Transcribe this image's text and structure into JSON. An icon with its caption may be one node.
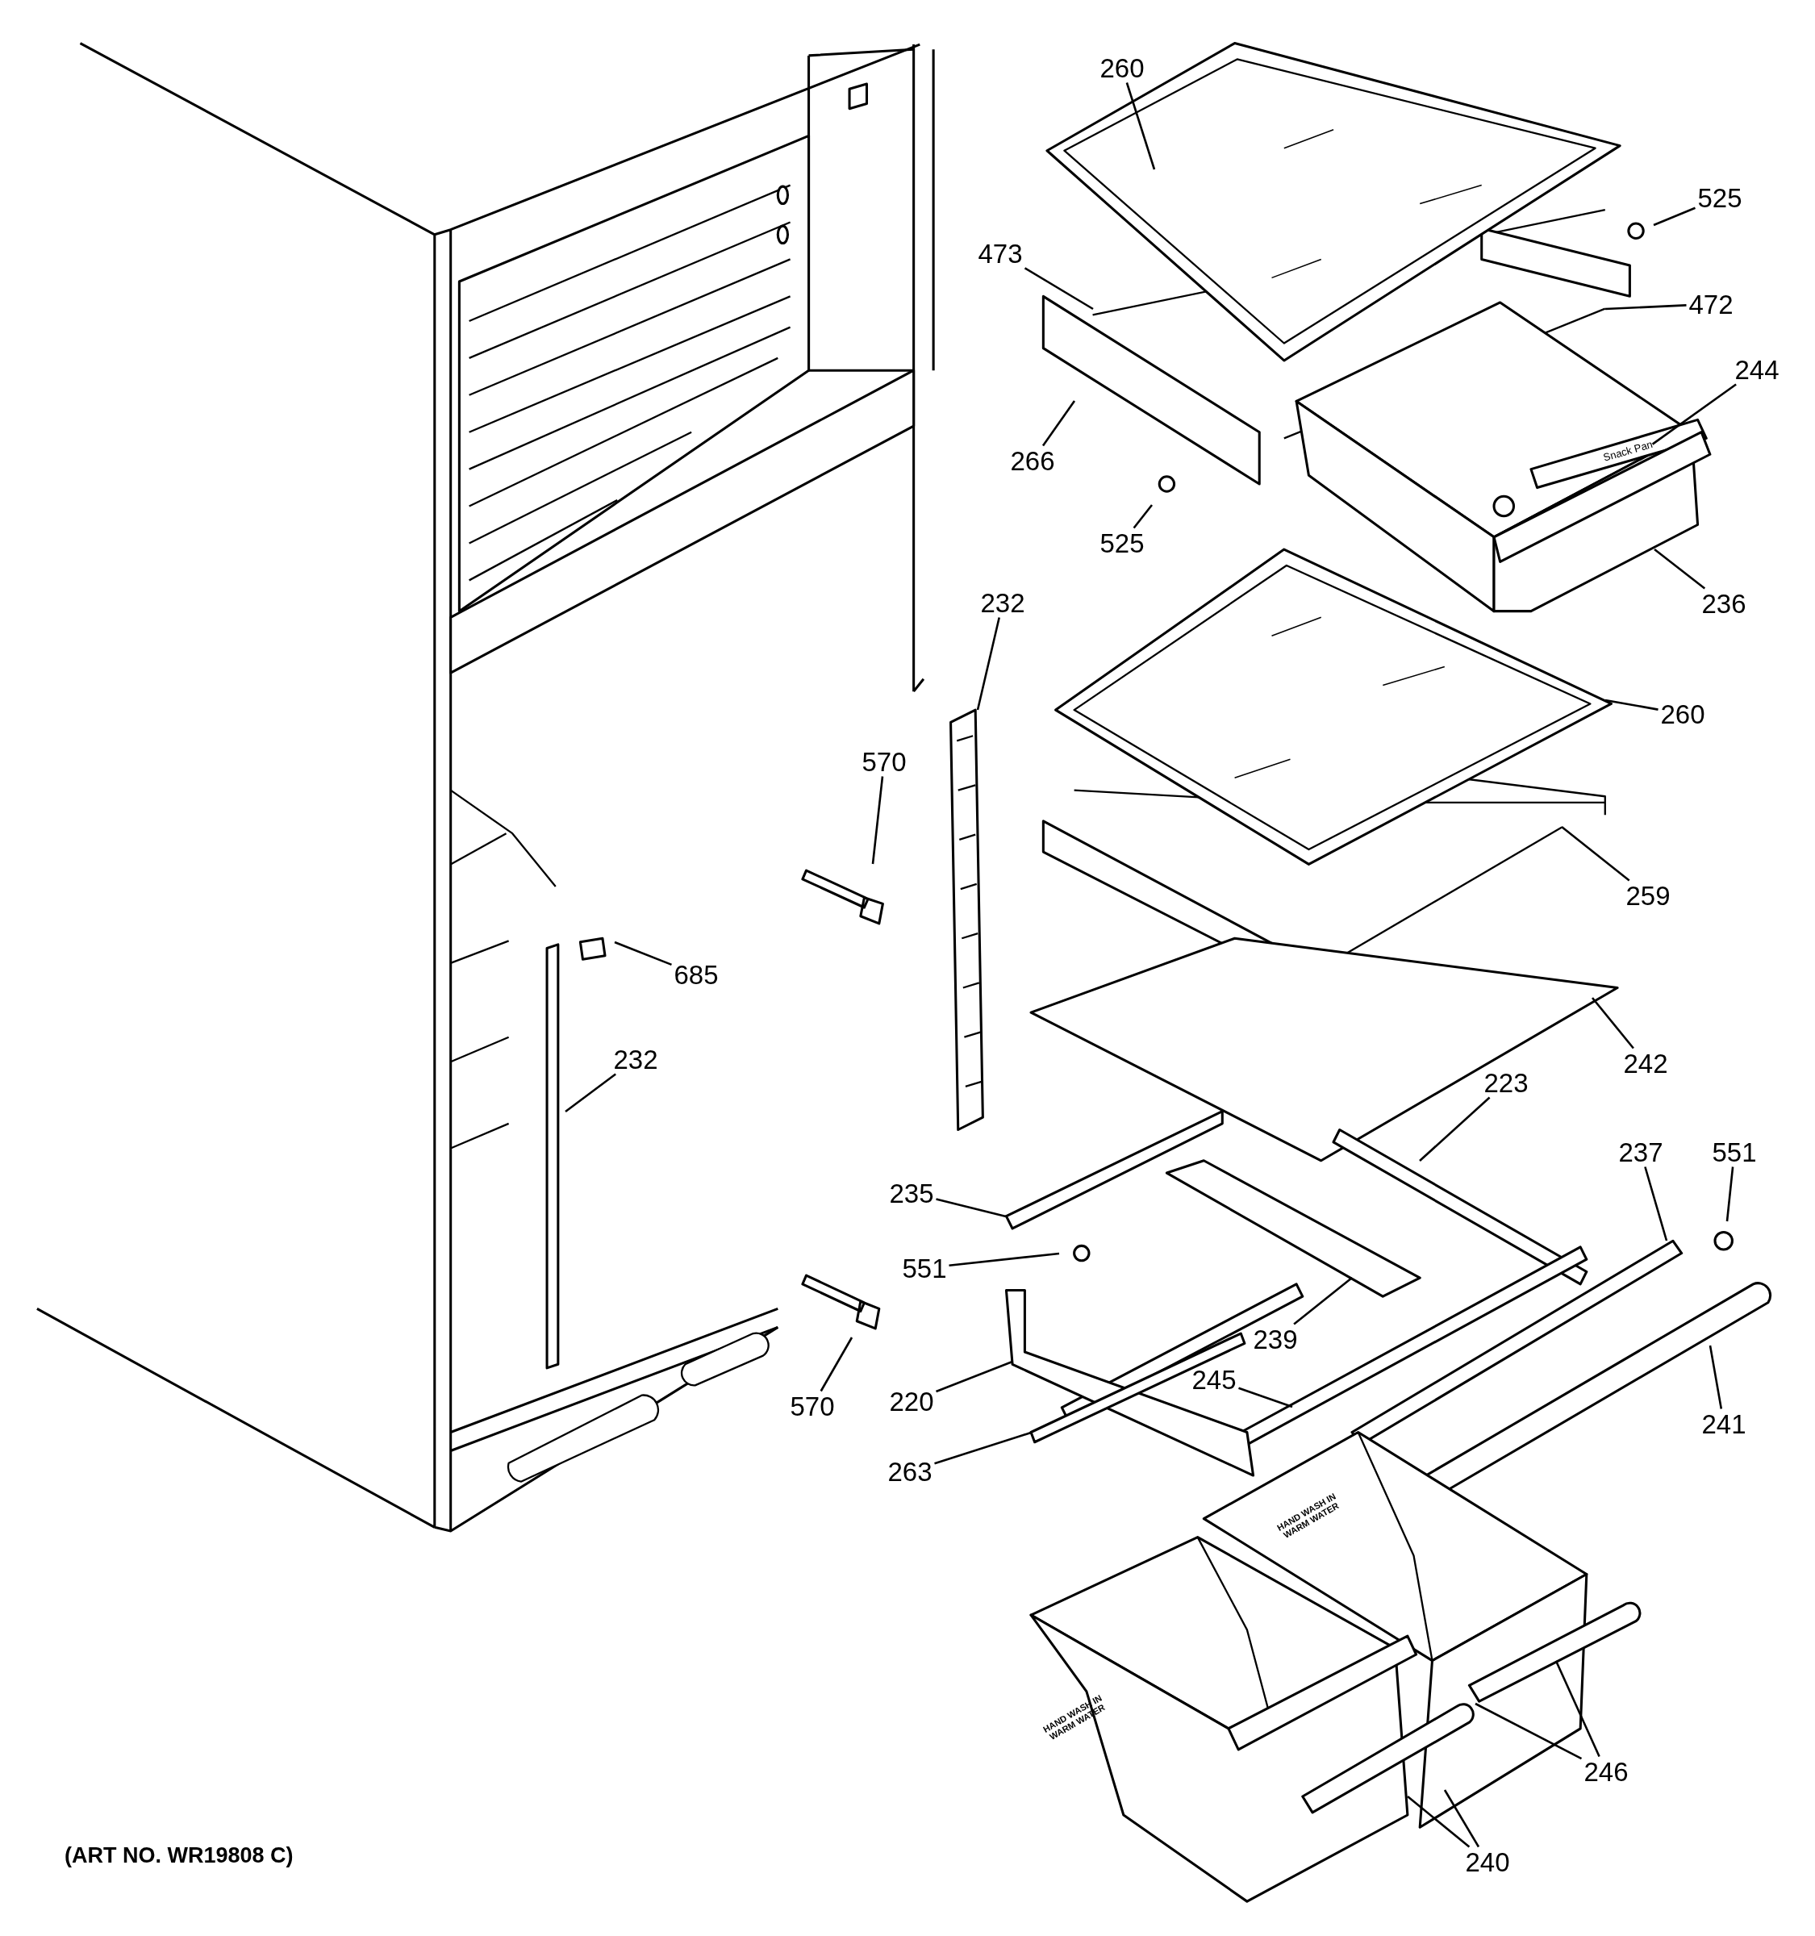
{
  "diagram": {
    "nodes": [
      {
        "text": [
          "260"
        ]
      },
      {
        "text": [
          "525"
        ]
      },
      {
        "text": [
          "473"
        ]
      },
      {
        "text": [
          "472"
        ]
      },
      {
        "text": [
          "244"
        ]
      },
      {
        "text": [
          "266"
        ]
      },
      {
        "text": [
          "525"
        ]
      },
      {
        "text": [
          "232"
        ]
      },
      {
        "text": [
          "236"
        ]
      },
      {
        "text": [
          "260"
        ]
      },
      {
        "text": [
          "570"
        ]
      },
      {
        "text": [
          "259"
        ]
      },
      {
        "text": [
          "685"
        ]
      },
      {
        "text": [
          "232"
        ]
      },
      {
        "text": [
          "242"
        ]
      },
      {
        "text": [
          "223"
        ]
      },
      {
        "text": [
          "237"
        ]
      },
      {
        "text": [
          "551"
        ]
      },
      {
        "text": [
          "235"
        ]
      },
      {
        "text": [
          "551"
        ]
      },
      {
        "text": [
          "239"
        ]
      },
      {
        "text": [
          "245"
        ]
      },
      {
        "text": [
          "220"
        ]
      },
      {
        "text": [
          "570"
        ]
      },
      {
        "text": [
          "241"
        ]
      },
      {
        "text": [
          "263"
        ]
      },
      {
        "text": [
          "246"
        ]
      },
      {
        "text": [
          "240"
        ]
      },
      {
        "text": [
          "Snack Pan"
        ]
      }
    ],
    "edges": [
      {
        "from": 0,
        "to": null,
        "arrow": "none"
      },
      {
        "from": 1,
        "to": null,
        "arrow": "none"
      },
      {
        "from": 2,
        "to": null,
        "arrow": "none"
      },
      {
        "from": 3,
        "to": null,
        "arrow": "none"
      },
      {
        "from": 4,
        "to": 28,
        "arrow": "none"
      },
      {
        "from": 5,
        "to": null,
        "arrow": "none"
      },
      {
        "from": 6,
        "to": null,
        "arrow": "none"
      },
      {
        "from": 7,
        "to": null,
        "arrow": "none"
      },
      {
        "from": 8,
        "to": null,
        "arrow": "none"
      },
      {
        "from": 9,
        "to": null,
        "arrow": "none"
      },
      {
        "from": 10,
        "to": null,
        "arrow": "none"
      },
      {
        "from": 11,
        "to": null,
        "arrow": "none"
      },
      {
        "from": 12,
        "to": null,
        "arrow": "none"
      },
      {
        "from": 13,
        "to": null,
        "arrow": "none"
      },
      {
        "from": 14,
        "to": null,
        "arrow": "none"
      },
      {
        "from": 15,
        "to": null,
        "arrow": "none"
      },
      {
        "from": 16,
        "to": null,
        "arrow": "none"
      },
      {
        "from": 17,
        "to": null,
        "arrow": "none"
      },
      {
        "from": 18,
        "to": null,
        "arrow": "none"
      },
      {
        "from": 19,
        "to": null,
        "arrow": "none"
      },
      {
        "from": 20,
        "to": null,
        "arrow": "none"
      },
      {
        "from": 21,
        "to": null,
        "arrow": "none"
      },
      {
        "from": 22,
        "to": null,
        "arrow": "none"
      },
      {
        "from": 23,
        "to": null,
        "arrow": "none"
      },
      {
        "from": 24,
        "to": null,
        "arrow": "none"
      },
      {
        "from": 25,
        "to": null,
        "arrow": "none"
      },
      {
        "from": 26,
        "to": null,
        "arrow": "none"
      },
      {
        "from": 26,
        "to": null,
        "arrow": "none"
      },
      {
        "from": 27,
        "to": null,
        "arrow": "none"
      },
      {
        "from": 27,
        "to": null,
        "arrow": "none"
      }
    ],
    "labels": [
      "HAND WASH IN WARM WATER",
      "HAND WASH IN WARM WATER",
      "(ART NO. WR19808 C)"
    ]
  }
}
